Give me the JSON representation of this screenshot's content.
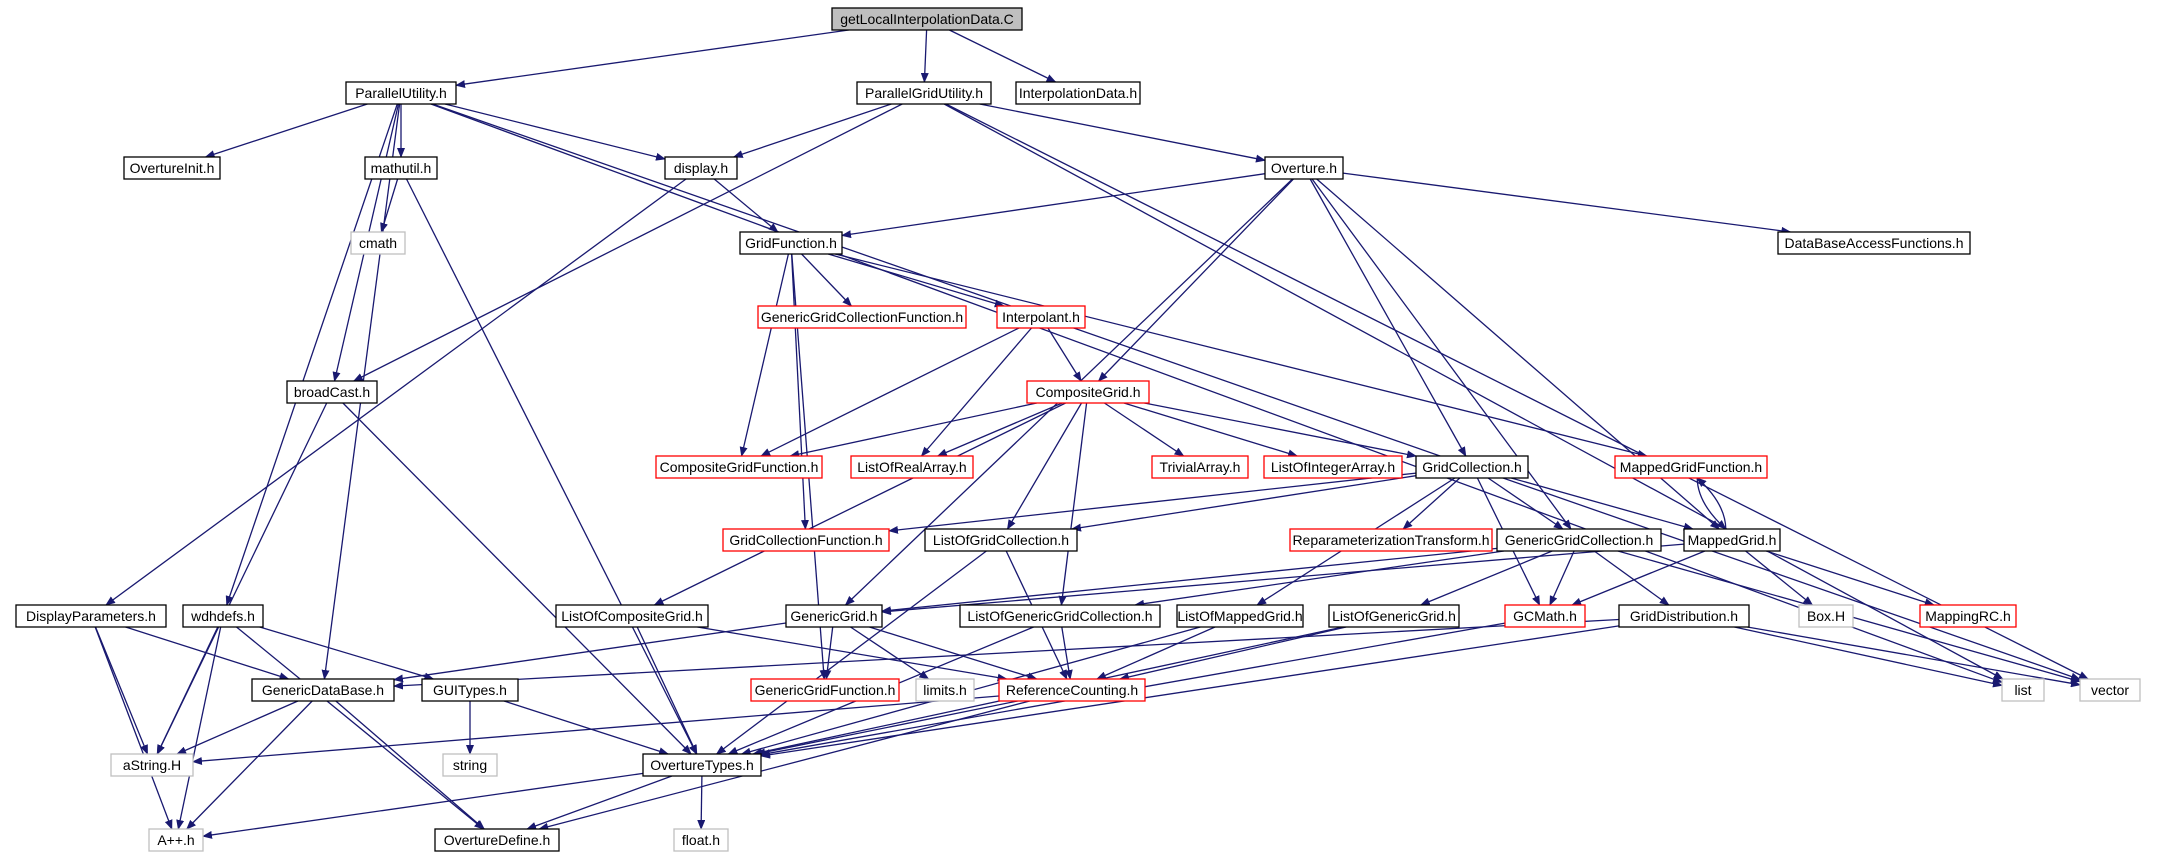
{
  "colors": {
    "edge": "#191970",
    "root_fill": "#bfbfbf",
    "normal_border": "#000000",
    "truncated_border": "#ff0000",
    "external_border": "#bfbfbf"
  },
  "nodes": [
    {
      "id": "getLocalInterpolationData",
      "label": "getLocalInterpolationData.C",
      "kind": "root"
    },
    {
      "id": "ParallelUtility",
      "label": "ParallelUtility.h",
      "kind": "normal"
    },
    {
      "id": "ParallelGridUtility",
      "label": "ParallelGridUtility.h",
      "kind": "normal"
    },
    {
      "id": "InterpolationData",
      "label": "InterpolationData.h",
      "kind": "normal"
    },
    {
      "id": "OvertureInit",
      "label": "OvertureInit.h",
      "kind": "normal"
    },
    {
      "id": "mathutil",
      "label": "mathutil.h",
      "kind": "normal"
    },
    {
      "id": "display",
      "label": "display.h",
      "kind": "normal"
    },
    {
      "id": "Overture",
      "label": "Overture.h",
      "kind": "normal"
    },
    {
      "id": "cmath",
      "label": "cmath",
      "kind": "external"
    },
    {
      "id": "GridFunction",
      "label": "GridFunction.h",
      "kind": "normal"
    },
    {
      "id": "DataBaseAccessFunctions",
      "label": "DataBaseAccessFunctions.h",
      "kind": "normal"
    },
    {
      "id": "GenericGridCollectionFunction",
      "label": "GenericGridCollectionFunction.h",
      "kind": "truncated"
    },
    {
      "id": "Interpolant",
      "label": "Interpolant.h",
      "kind": "truncated"
    },
    {
      "id": "broadCast",
      "label": "broadCast.h",
      "kind": "normal"
    },
    {
      "id": "CompositeGrid",
      "label": "CompositeGrid.h",
      "kind": "truncated"
    },
    {
      "id": "CompositeGridFunction",
      "label": "CompositeGridFunction.h",
      "kind": "truncated"
    },
    {
      "id": "ListOfRealArray",
      "label": "ListOfRealArray.h",
      "kind": "truncated"
    },
    {
      "id": "TrivialArray",
      "label": "TrivialArray.h",
      "kind": "truncated"
    },
    {
      "id": "ListOfIntegerArray",
      "label": "ListOfIntegerArray.h",
      "kind": "truncated"
    },
    {
      "id": "GridCollection",
      "label": "GridCollection.h",
      "kind": "normal"
    },
    {
      "id": "MappedGridFunction",
      "label": "MappedGridFunction.h",
      "kind": "truncated"
    },
    {
      "id": "GridCollectionFunction",
      "label": "GridCollectionFunction.h",
      "kind": "truncated"
    },
    {
      "id": "ListOfGridCollection",
      "label": "ListOfGridCollection.h",
      "kind": "normal"
    },
    {
      "id": "ReparameterizationTransform",
      "label": "ReparameterizationTransform.h",
      "kind": "truncated"
    },
    {
      "id": "GenericGridCollection",
      "label": "GenericGridCollection.h",
      "kind": "normal"
    },
    {
      "id": "MappedGrid",
      "label": "MappedGrid.h",
      "kind": "normal"
    },
    {
      "id": "DisplayParameters",
      "label": "DisplayParameters.h",
      "kind": "normal"
    },
    {
      "id": "wdhdefs",
      "label": "wdhdefs.h",
      "kind": "normal"
    },
    {
      "id": "ListOfCompositeGrid",
      "label": "ListOfCompositeGrid.h",
      "kind": "normal"
    },
    {
      "id": "GenericGrid",
      "label": "GenericGrid.h",
      "kind": "normal"
    },
    {
      "id": "ListOfGenericGridCollection",
      "label": "ListOfGenericGridCollection.h",
      "kind": "normal"
    },
    {
      "id": "ListOfMappedGrid",
      "label": "ListOfMappedGrid.h",
      "kind": "normal"
    },
    {
      "id": "ListOfGenericGrid",
      "label": "ListOfGenericGrid.h",
      "kind": "normal"
    },
    {
      "id": "GCMath",
      "label": "GCMath.h",
      "kind": "truncated"
    },
    {
      "id": "GridDistribution",
      "label": "GridDistribution.h",
      "kind": "normal"
    },
    {
      "id": "BoxH",
      "label": "Box.H",
      "kind": "external"
    },
    {
      "id": "MappingRC",
      "label": "MappingRC.h",
      "kind": "truncated"
    },
    {
      "id": "GenericDataBase",
      "label": "GenericDataBase.h",
      "kind": "normal"
    },
    {
      "id": "GUITypes",
      "label": "GUITypes.h",
      "kind": "normal"
    },
    {
      "id": "GenericGridFunction",
      "label": "GenericGridFunction.h",
      "kind": "truncated"
    },
    {
      "id": "limits",
      "label": "limits.h",
      "kind": "external"
    },
    {
      "id": "ReferenceCounting",
      "label": "ReferenceCounting.h",
      "kind": "truncated"
    },
    {
      "id": "list",
      "label": "list",
      "kind": "external"
    },
    {
      "id": "vector",
      "label": "vector",
      "kind": "external"
    },
    {
      "id": "aString",
      "label": "aString.H",
      "kind": "external"
    },
    {
      "id": "string",
      "label": "string",
      "kind": "external"
    },
    {
      "id": "OvertureTypes",
      "label": "OvertureTypes.h",
      "kind": "normal"
    },
    {
      "id": "App",
      "label": "A++.h",
      "kind": "external"
    },
    {
      "id": "OvertureDefine",
      "label": "OvertureDefine.h",
      "kind": "normal"
    },
    {
      "id": "float",
      "label": "float.h",
      "kind": "external"
    }
  ],
  "edges": [
    [
      "getLocalInterpolationData",
      "ParallelUtility"
    ],
    [
      "getLocalInterpolationData",
      "ParallelGridUtility"
    ],
    [
      "getLocalInterpolationData",
      "InterpolationData"
    ],
    [
      "ParallelUtility",
      "OvertureInit"
    ],
    [
      "ParallelUtility",
      "mathutil"
    ],
    [
      "ParallelUtility",
      "display"
    ],
    [
      "ParallelUtility",
      "broadCast"
    ],
    [
      "ParallelUtility",
      "wdhdefs"
    ],
    [
      "ParallelUtility",
      "GenericDataBase"
    ],
    [
      "ParallelUtility",
      "list"
    ],
    [
      "ParallelUtility",
      "vector"
    ],
    [
      "ParallelGridUtility",
      "display"
    ],
    [
      "ParallelGridUtility",
      "Overture"
    ],
    [
      "ParallelGridUtility",
      "broadCast"
    ],
    [
      "ParallelGridUtility",
      "list"
    ],
    [
      "ParallelGridUtility",
      "vector"
    ],
    [
      "mathutil",
      "cmath"
    ],
    [
      "mathutil",
      "OvertureTypes"
    ],
    [
      "display",
      "GridFunction"
    ],
    [
      "display",
      "DisplayParameters"
    ],
    [
      "Overture",
      "GridFunction"
    ],
    [
      "Overture",
      "DataBaseAccessFunctions"
    ],
    [
      "Overture",
      "CompositeGrid"
    ],
    [
      "Overture",
      "GridCollection"
    ],
    [
      "Overture",
      "GenericGridCollection"
    ],
    [
      "Overture",
      "MappedGrid"
    ],
    [
      "Overture",
      "GenericGrid"
    ],
    [
      "GridFunction",
      "GenericGridCollectionFunction"
    ],
    [
      "GridFunction",
      "Interpolant"
    ],
    [
      "GridFunction",
      "CompositeGridFunction"
    ],
    [
      "GridFunction",
      "GridCollectionFunction"
    ],
    [
      "GridFunction",
      "MappedGridFunction"
    ],
    [
      "GridFunction",
      "GenericGridFunction"
    ],
    [
      "Interpolant",
      "CompositeGrid"
    ],
    [
      "Interpolant",
      "CompositeGridFunction"
    ],
    [
      "Interpolant",
      "ListOfRealArray"
    ],
    [
      "CompositeGrid",
      "CompositeGridFunction"
    ],
    [
      "CompositeGrid",
      "ListOfRealArray"
    ],
    [
      "CompositeGrid",
      "TrivialArray"
    ],
    [
      "CompositeGrid",
      "ListOfIntegerArray"
    ],
    [
      "CompositeGrid",
      "GridCollection"
    ],
    [
      "CompositeGrid",
      "ListOfGridCollection"
    ],
    [
      "CompositeGrid",
      "ListOfCompositeGrid"
    ],
    [
      "CompositeGrid",
      "ListOfGenericGridCollection"
    ],
    [
      "GridCollection",
      "GridCollectionFunction"
    ],
    [
      "GridCollection",
      "ListOfGridCollection"
    ],
    [
      "GridCollection",
      "ReparameterizationTransform"
    ],
    [
      "GridCollection",
      "GenericGridCollection"
    ],
    [
      "GridCollection",
      "MappedGrid"
    ],
    [
      "GridCollection",
      "ListOfMappedGrid"
    ],
    [
      "GridCollection",
      "GCMath"
    ],
    [
      "MappedGridFunction",
      "MappedGrid"
    ],
    [
      "MappedGrid",
      "MappedGridFunction"
    ],
    [
      "MappedGrid",
      "BoxH"
    ],
    [
      "MappedGrid",
      "MappingRC"
    ],
    [
      "MappedGrid",
      "GCMath"
    ],
    [
      "MappedGrid",
      "GenericGrid"
    ],
    [
      "GenericGridCollection",
      "GenericGrid"
    ],
    [
      "GenericGridCollection",
      "ListOfGenericGridCollection"
    ],
    [
      "GenericGridCollection",
      "ListOfGenericGrid"
    ],
    [
      "GenericGridCollection",
      "GCMath"
    ],
    [
      "GenericGridCollection",
      "GridDistribution"
    ],
    [
      "GenericGridCollection",
      "vector"
    ],
    [
      "broadCast",
      "aString"
    ],
    [
      "broadCast",
      "OvertureTypes"
    ],
    [
      "DisplayParameters",
      "GenericDataBase"
    ],
    [
      "DisplayParameters",
      "aString"
    ],
    [
      "DisplayParameters",
      "App"
    ],
    [
      "wdhdefs",
      "GUITypes"
    ],
    [
      "wdhdefs",
      "aString"
    ],
    [
      "wdhdefs",
      "App"
    ],
    [
      "wdhdefs",
      "OvertureDefine"
    ],
    [
      "ListOfGridCollection",
      "OvertureTypes"
    ],
    [
      "ListOfGridCollection",
      "ReferenceCounting"
    ],
    [
      "ListOfCompositeGrid",
      "OvertureTypes"
    ],
    [
      "ListOfCompositeGrid",
      "ReferenceCounting"
    ],
    [
      "GenericGrid",
      "GenericGridFunction"
    ],
    [
      "GenericGrid",
      "limits"
    ],
    [
      "GenericGrid",
      "ReferenceCounting"
    ],
    [
      "GenericGrid",
      "GenericDataBase"
    ],
    [
      "ListOfGenericGridCollection",
      "ReferenceCounting"
    ],
    [
      "ListOfGenericGridCollection",
      "OvertureTypes"
    ],
    [
      "ListOfMappedGrid",
      "ReferenceCounting"
    ],
    [
      "ListOfMappedGrid",
      "OvertureTypes"
    ],
    [
      "ListOfGenericGrid",
      "ReferenceCounting"
    ],
    [
      "ListOfGenericGrid",
      "OvertureTypes"
    ],
    [
      "GCMath",
      "OvertureTypes"
    ],
    [
      "GridDistribution",
      "GenericDataBase"
    ],
    [
      "GridDistribution",
      "OvertureTypes"
    ],
    [
      "GridDistribution",
      "list"
    ],
    [
      "GridDistribution",
      "vector"
    ],
    [
      "GenericDataBase",
      "aString"
    ],
    [
      "GenericDataBase",
      "App"
    ],
    [
      "GenericDataBase",
      "OvertureDefine"
    ],
    [
      "GUITypes",
      "string"
    ],
    [
      "GUITypes",
      "OvertureTypes"
    ],
    [
      "ReferenceCounting",
      "aString"
    ],
    [
      "ReferenceCounting",
      "OvertureTypes"
    ],
    [
      "ReferenceCounting",
      "OvertureDefine"
    ],
    [
      "OvertureTypes",
      "App"
    ],
    [
      "OvertureTypes",
      "OvertureDefine"
    ],
    [
      "OvertureTypes",
      "float"
    ]
  ]
}
